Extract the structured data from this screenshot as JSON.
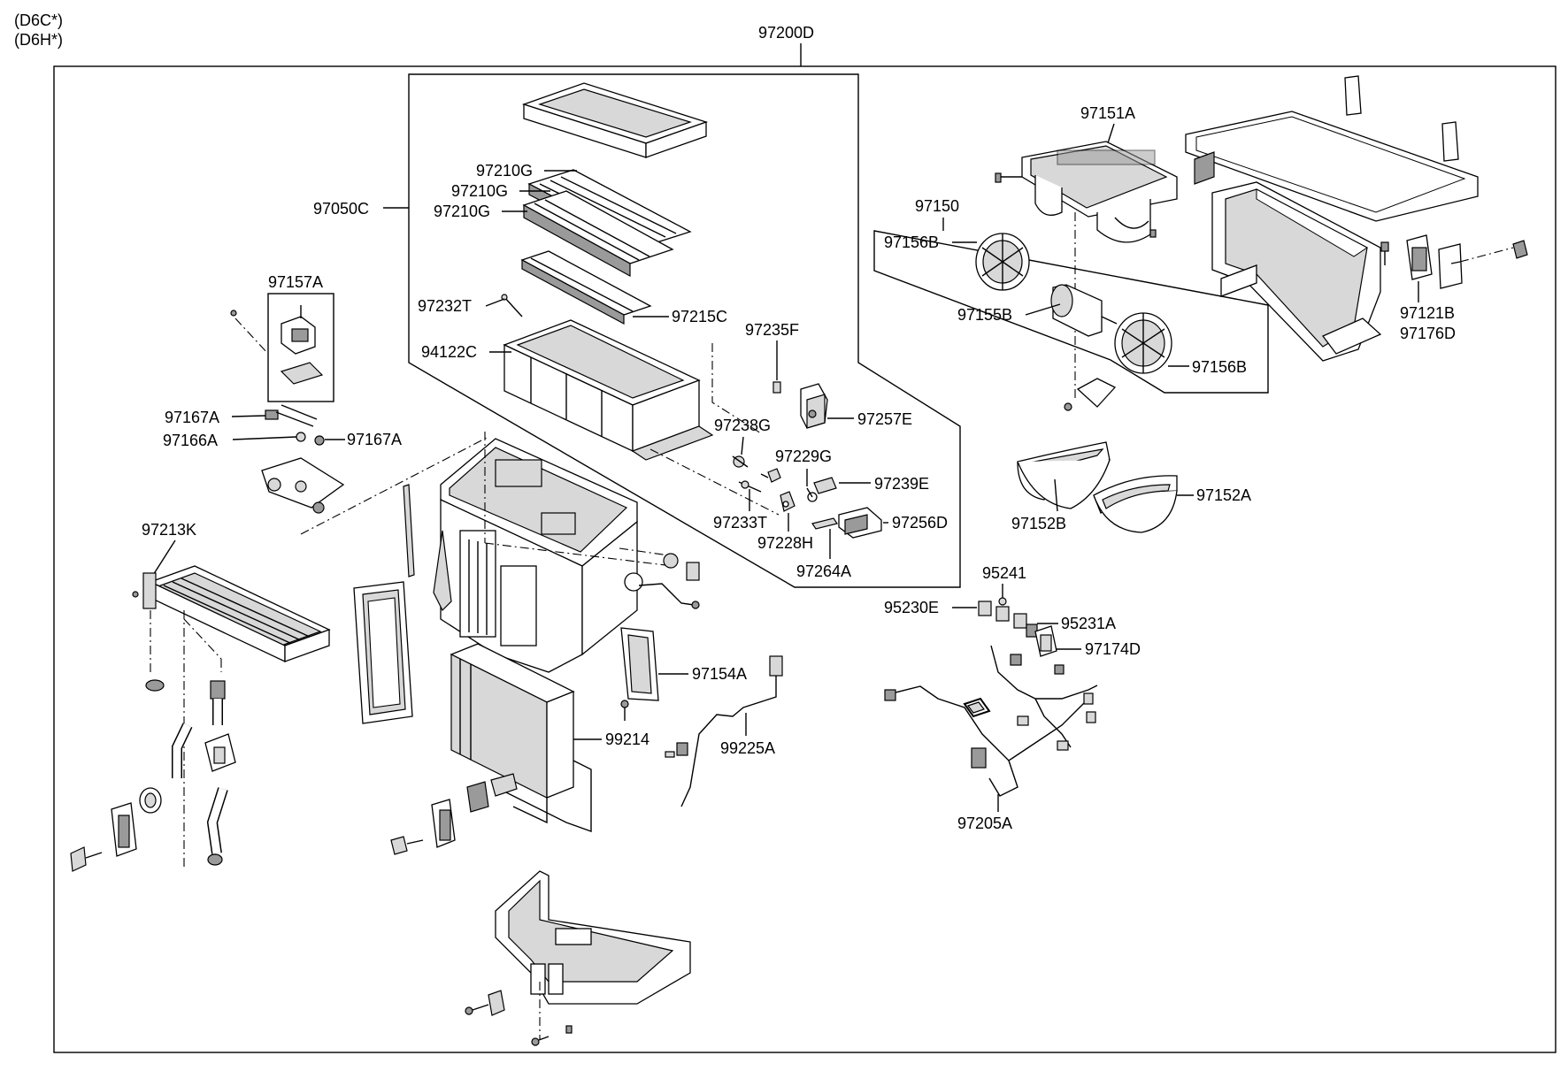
{
  "variant_codes": [
    "(D6C*)",
    "(D6H*)"
  ],
  "labels": {
    "assembly": "97200D",
    "subassembly": "97050C",
    "filter_cover": "97210G",
    "filter_1": "97210G",
    "filter_2": "97210G",
    "sensor_97232T": "97232T",
    "filter_97215C": "97215C",
    "case_94122C": "94122C",
    "clip_97235F": "97235F",
    "actuator_97257E": "97257E",
    "link_97238G": "97238G",
    "lever_97229G": "97229G",
    "lever_97239E": "97239E",
    "link_97233T": "97233T",
    "actuator_97256D": "97256D",
    "lever_97228H": "97228H",
    "rod_97264A": "97264A",
    "bracket_97157A": "97157A",
    "cam_97167A_left": "97167A",
    "cam_97166A": "97166A",
    "cam_97167A_right": "97167A",
    "heater_core": "97213K",
    "seal_97154A": "97154A",
    "evaporator": "99214",
    "sensor_99225A": "99225A",
    "blower_case": "97151A",
    "blower_motor_assy": "97150",
    "fan_97156B_left": "97156B",
    "motor_97155B": "97155B",
    "fan_97156B_right": "97156B",
    "resistor_97121B": "97121B",
    "resistor_97176D": "97176D",
    "housing_97152B": "97152B",
    "housing_97152A": "97152A",
    "relay_95241": "95241",
    "relay_95230E": "95230E",
    "relay_95231A": "95231A",
    "module_97174D": "97174D",
    "harness_97205A": "97205A"
  }
}
